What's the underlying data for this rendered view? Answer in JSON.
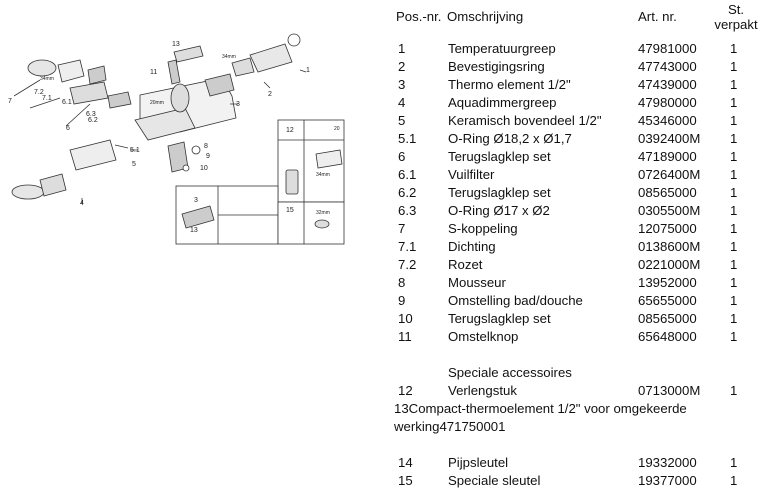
{
  "diagram": {
    "callouts": [
      "1",
      "2",
      "3",
      "4",
      "5",
      "5.1",
      "6",
      "6.1",
      "6.2",
      "6.3",
      "7",
      "7.1",
      "7.2",
      "8",
      "9",
      "10",
      "11",
      "12",
      "13",
      "3",
      "13",
      "15"
    ],
    "dims": [
      "34mm",
      "20mm",
      "34mm",
      "32mm",
      "20",
      "34mm"
    ]
  },
  "table": {
    "headers": {
      "pos": "Pos.-nr.",
      "desc": "Omschrijving",
      "art": "Art. nr.",
      "qty_line1": "St.",
      "qty_line2": "verpakt"
    },
    "rows": [
      {
        "pos": "1",
        "desc": "Temperatuurgreep",
        "art": "47981000",
        "qty": "1"
      },
      {
        "pos": "2",
        "desc": "Bevestigingsring",
        "art": "47743000",
        "qty": "1"
      },
      {
        "pos": "3",
        "desc": "Thermo element 1/2\"",
        "art": "47439000",
        "qty": "1"
      },
      {
        "pos": "4",
        "desc": "Aquadimmergreep",
        "art": "47980000",
        "qty": "1"
      },
      {
        "pos": "5",
        "desc": "Keramisch bovendeel 1/2\"",
        "art": "45346000",
        "qty": "1"
      },
      {
        "pos": "5.1",
        "desc": "O-Ring Ø18,2 x Ø1,7",
        "art": "0392400M",
        "qty": "1"
      },
      {
        "pos": "6",
        "desc": "Terugslagklep set",
        "art": "47189000",
        "qty": "1"
      },
      {
        "pos": "6.1",
        "desc": "Vuilfilter",
        "art": "0726400M",
        "qty": "1"
      },
      {
        "pos": "6.2",
        "desc": "Terugslagklep set",
        "art": "08565000",
        "qty": "1"
      },
      {
        "pos": "6.3",
        "desc": "O-Ring Ø17 x Ø2",
        "art": "0305500M",
        "qty": "1"
      },
      {
        "pos": "7",
        "desc": "S-koppeling",
        "art": "12075000",
        "qty": "1"
      },
      {
        "pos": "7.1",
        "desc": "Dichting",
        "art": "0138600M",
        "qty": "1"
      },
      {
        "pos": "7.2",
        "desc": "Rozet",
        "art": "0221000M",
        "qty": "1"
      },
      {
        "pos": "8",
        "desc": "Mousseur",
        "art": "13952000",
        "qty": "1"
      },
      {
        "pos": "9",
        "desc": "Omstelling bad/douche",
        "art": "65655000",
        "qty": "1"
      },
      {
        "pos": "10",
        "desc": "Terugslagklep set",
        "art": "08565000",
        "qty": "1"
      },
      {
        "pos": "11",
        "desc": "Omstelknop",
        "art": "65648000",
        "qty": "1"
      }
    ],
    "special_heading": "Speciale accessoires",
    "special_rows": [
      {
        "pos": "12",
        "desc": "Verlengstuk",
        "art": "0713000M",
        "qty": "1"
      },
      {
        "pos": "13",
        "desc": "Compact-thermoelement 1/2\" voor omgekeerde werking",
        "art": "47175000",
        "qty": "1"
      },
      {
        "pos": "14",
        "desc": "Pijpsleutel",
        "art": "19332000",
        "qty": "1"
      },
      {
        "pos": "15",
        "desc": "Speciale sleutel",
        "art": "19377000",
        "qty": "1"
      }
    ]
  }
}
